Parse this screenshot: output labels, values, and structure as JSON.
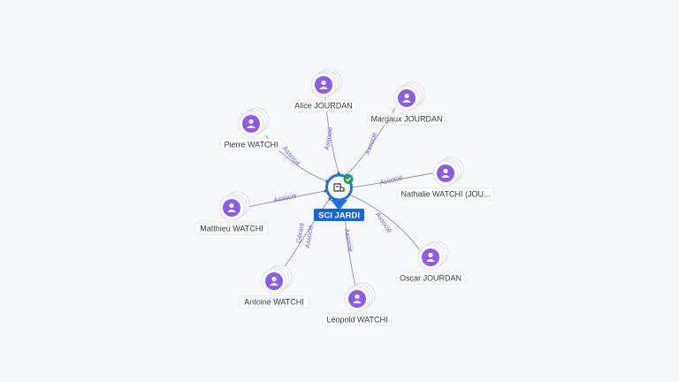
{
  "center": {
    "name": "SCI JARDI",
    "icon": "building-icon",
    "status_icon": "check-icon",
    "colors": {
      "accent": "#1f73e0",
      "status": "#1f9d55"
    }
  },
  "nodes": [
    {
      "id": "alice",
      "name": "Alice JOURDAN",
      "icon": "person-icon",
      "relations": [
        "Associé"
      ]
    },
    {
      "id": "margaux",
      "name": "Margaux JOURDAN",
      "icon": "person-icon",
      "relations": [
        "Associé"
      ]
    },
    {
      "id": "pierre",
      "name": "Pierre WATCHI",
      "icon": "person-icon",
      "relations": [
        "Associé"
      ]
    },
    {
      "id": "nathalie",
      "name": "Nathalie WATCHI (JOU...",
      "icon": "person-icon",
      "relations": [
        "Associé"
      ]
    },
    {
      "id": "matthieu",
      "name": "Matthieu WATCHI",
      "icon": "person-icon",
      "relations": [
        "Associé"
      ]
    },
    {
      "id": "oscar",
      "name": "Oscar JOURDAN",
      "icon": "person-icon",
      "relations": [
        "Associé"
      ]
    },
    {
      "id": "antoine",
      "name": "Antoine WATCHI",
      "icon": "person-icon",
      "relations": [
        "Gérant",
        "Associé"
      ]
    },
    {
      "id": "leopold",
      "name": "Léopold WATCHI",
      "icon": "person-icon",
      "relations": [
        "Associé"
      ]
    }
  ],
  "colors": {
    "person": "#8b5ce8",
    "edge_label": "#6d5fd0",
    "background": "#f7f8fb"
  }
}
